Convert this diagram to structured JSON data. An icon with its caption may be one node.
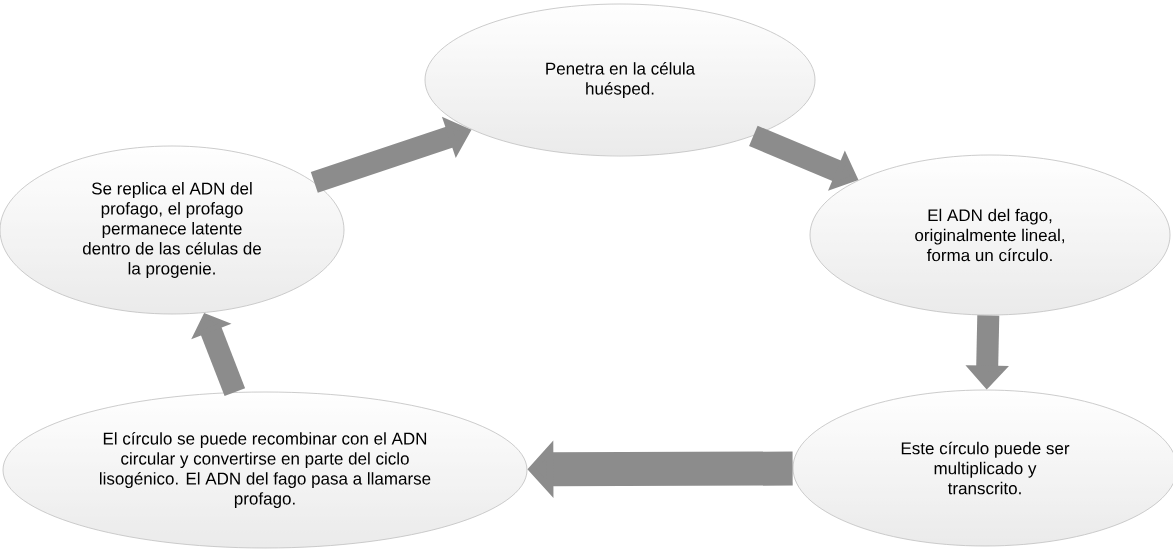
{
  "diagram": {
    "nodes": [
      {
        "text": [
          "Penetra en la célula huésped."
        ]
      },
      {
        "text": [
          "El ADN del fago, originalmente lineal, forma un círculo."
        ]
      },
      {
        "text": [
          "Este círculo puede ser multiplicado y transcrito."
        ]
      },
      {
        "text": [
          "El círculo se puede recombinar con el ADN circular y convertirse en parte del ciclo lisogénico. El ADN del fago pasa a llamarse profago."
        ]
      },
      {
        "text": [
          "Se replica el ADN del profago, el profago permanece latente dentro de las células de la progenie."
        ]
      }
    ],
    "edges": [
      {
        "from": 0,
        "to": 1,
        "arrow": "to"
      },
      {
        "from": 1,
        "to": 2,
        "arrow": "to"
      },
      {
        "from": 2,
        "to": 3,
        "arrow": "to"
      },
      {
        "from": 3,
        "to": 4,
        "arrow": "to"
      },
      {
        "from": 4,
        "to": 0,
        "arrow": "to"
      }
    ]
  }
}
